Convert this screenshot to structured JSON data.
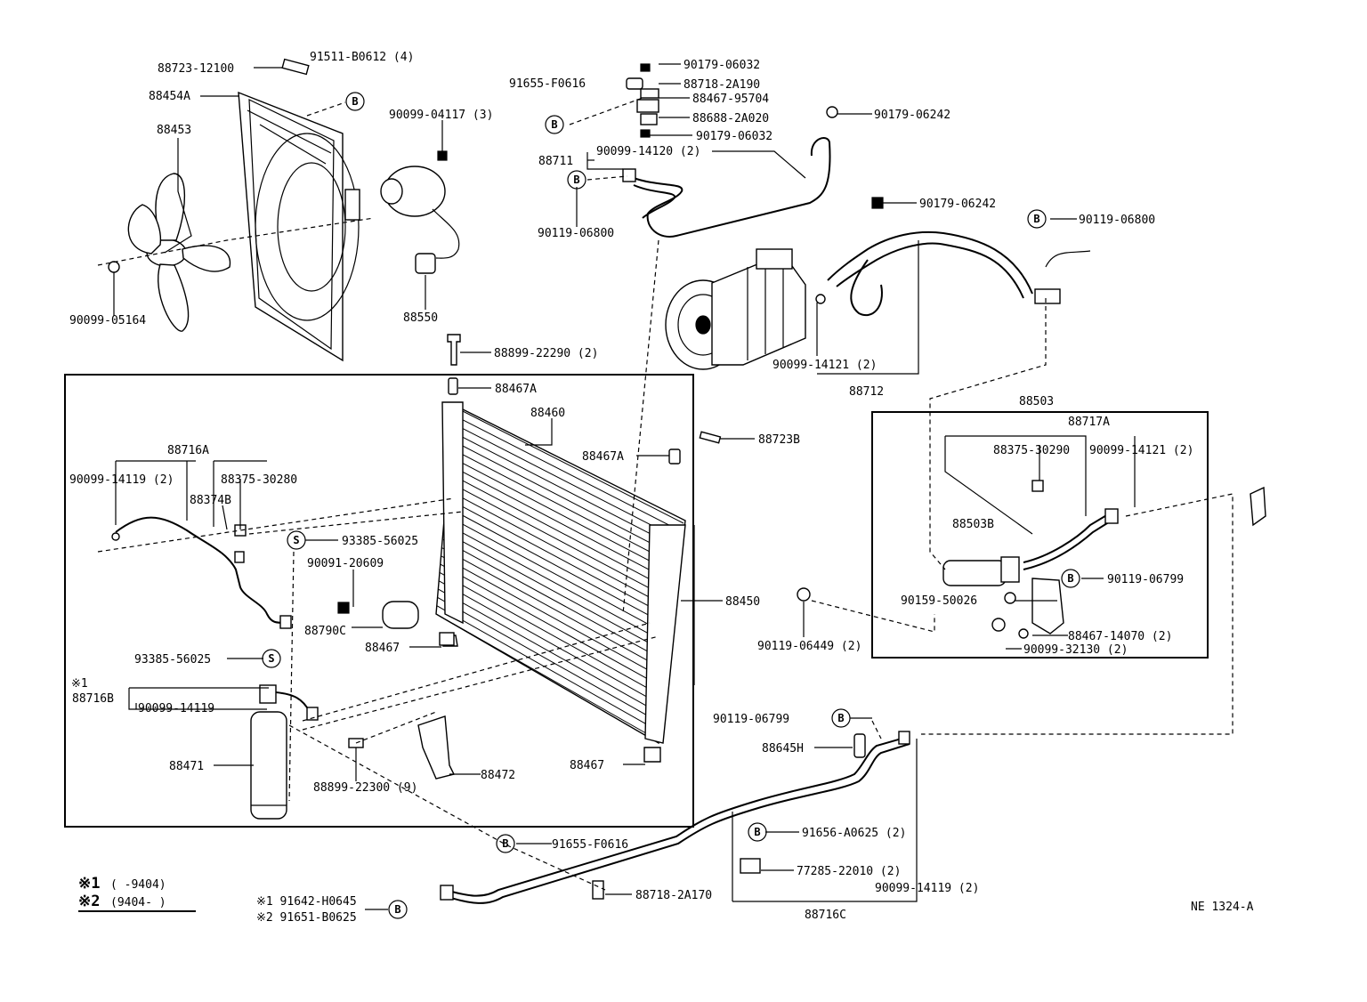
{
  "diagram_ref": "NE 1324-A",
  "legend": {
    "line1_mark": "※1",
    "line1_range": "(      -9404)",
    "line2_mark": "※2",
    "line2_range": "(9404-       )"
  },
  "markers": {
    "bolt": "B",
    "seal": "S"
  },
  "labels": {
    "p88723_12100": "88723-12100",
    "p91511_b0612": "91511-B0612 (4)",
    "p88454a": "88454A",
    "p88453": "88453",
    "p90099_05164": "90099-05164",
    "p90099_04117": "90099-04117 (3)",
    "p88550": "88550",
    "p88899_22290": "88899-22290 (2)",
    "p91655_f0616_top": "91655-F0616",
    "p90179_06032_a": "90179-06032",
    "p88718_2a190": "88718-2A190",
    "p88467_95704": "88467-95704",
    "p88688_2a020": "88688-2A020",
    "p90179_06032_b": "90179-06032",
    "p88711": "88711",
    "p90099_14120": "90099-14120 (2)",
    "p90119_06800_a": "90119-06800",
    "p90179_06242_a": "90179-06242",
    "p90179_06242_b": "90179-06242",
    "p90119_06800_b": "90119-06800",
    "p90099_14121_a": "90099-14121 (2)",
    "p88712": "88712",
    "p88467a_top": "88467A",
    "p88460": "88460",
    "p88467a_mid": "88467A",
    "p88723b": "88723B",
    "p88716a": "88716A",
    "p90099_14119_a": "90099-14119 (2)",
    "p88374b": "88374B",
    "p88375_30280": "88375-30280",
    "p93385_56025_a": "93385-56025",
    "p90091_20609": "90091-20609",
    "p88790c": "88790C",
    "p88467_mid": "88467",
    "p88450": "88450",
    "p93385_56025_b": "93385-56025",
    "note_mark": "※1",
    "p88716b": "88716B",
    "p90099_14119_b": "90099-14119",
    "p88471": "88471",
    "p88899_22300": "88899-22300 (9)",
    "p88472": "88472",
    "p88467_bot": "88467",
    "p88503": "88503",
    "p88717a": "88717A",
    "p88375_30290": "88375-30290",
    "p90099_14121_b": "90099-14121 (2)",
    "p88503b": "88503B",
    "p90119_06799_a": "90119-06799",
    "p90159_50026": "90159-50026",
    "p88467_14070": "88467-14070 (2)",
    "p90099_32130": "90099-32130 (2)",
    "p90119_06449": "90119-06449 (2)",
    "p90119_06799_b": "90119-06799",
    "p88645h": "88645H",
    "p91655_f0616_bot": "91655-F0616",
    "p91656_a0625": "91656-A0625 (2)",
    "p77285_22010": "77285-22010 (2)",
    "p90099_14119_c": "90099-14119 (2)",
    "p88716c": "88716C",
    "p88718_2a170": "88718-2A170",
    "p91642_h0645": "※1 91642-H0645",
    "p91651_b0625": "※2 91651-B0625"
  }
}
